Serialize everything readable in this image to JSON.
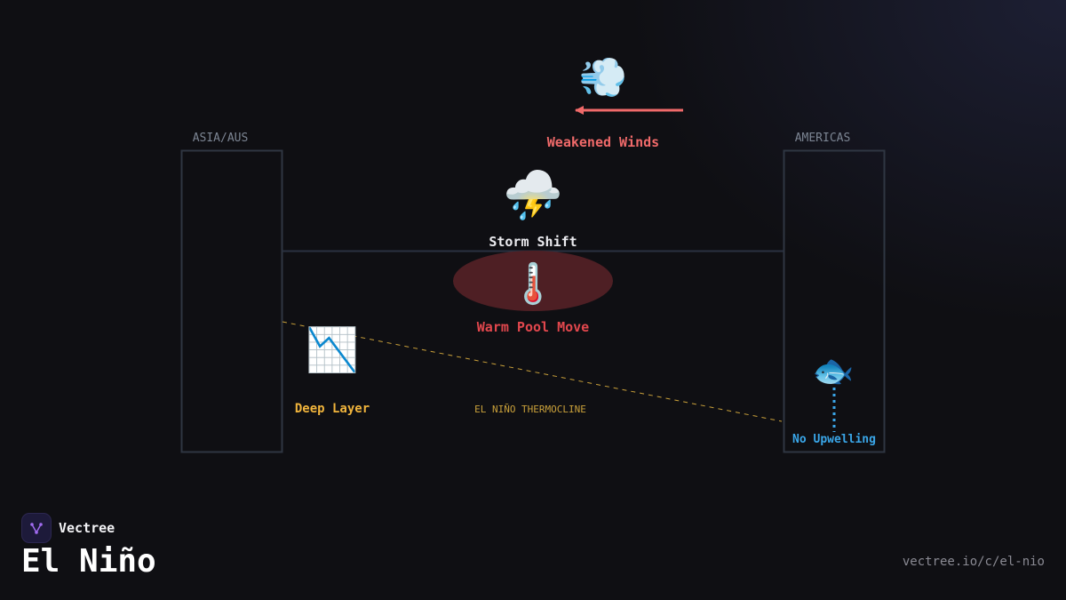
{
  "diagram": {
    "left_region_label": "ASIA/AUS",
    "right_region_label": "AMERICAS",
    "winds_label": "Weakened Winds",
    "storm_label": "Storm Shift",
    "warm_pool_label": "Warm Pool Move",
    "deep_layer_label": "Deep Layer",
    "thermocline_label": "EL NIÑO THERMOCLINE",
    "upwelling_label": "No Upwelling",
    "icons": {
      "wind": "💨",
      "storm": "⛈️",
      "thermometer": "🌡️",
      "chart": "📉",
      "fish": "🐟"
    }
  },
  "footer": {
    "brand_name": "Vectree",
    "title": "El Niño",
    "url": "vectree.io/c/el-nio"
  },
  "colors": {
    "background": "#0f0f13",
    "box_stroke": "#2f3642",
    "winds": "#f06a6a",
    "warm_pool": "#e2474d",
    "warm_pool_fill": "#4e1f24",
    "deep_layer": "#f0b43c",
    "thermocline": "#c9a03a",
    "upwelling": "#3aa6e8",
    "region_label": "#7c8593"
  }
}
